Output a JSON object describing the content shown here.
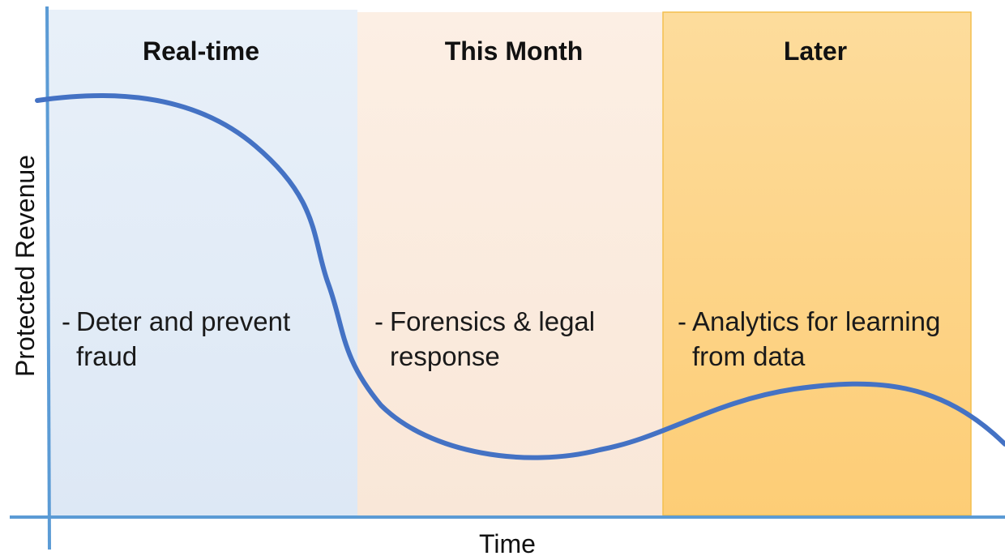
{
  "colors": {
    "axis": "#5b9bd5",
    "curve": "#4472c4",
    "band_realtime": "#e2ecf7",
    "band_thismonth": "#fbeadd",
    "band_later": "#fdd488",
    "band_later_border": "#f3bf4f"
  },
  "axes": {
    "y_label": "Protected Revenue",
    "x_label": "Time"
  },
  "bands": [
    {
      "title": "Real-time",
      "bullet": "-",
      "lines": [
        "Deter and prevent",
        "fraud"
      ]
    },
    {
      "title": "This Month",
      "bullet": "-",
      "lines": [
        "Forensics & legal",
        "response"
      ]
    },
    {
      "title": "Later",
      "bullet": "-",
      "lines": [
        "Analytics for learning",
        "from data"
      ]
    }
  ]
}
